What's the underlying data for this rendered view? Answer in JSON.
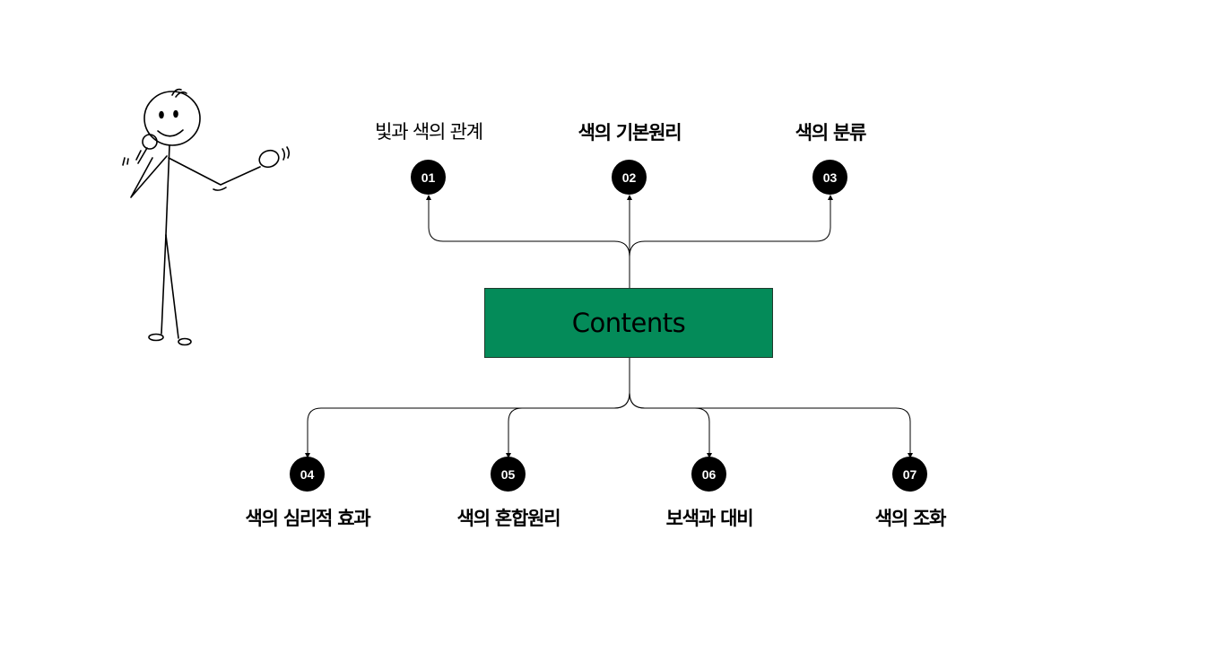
{
  "center": {
    "title": "Contents"
  },
  "colors": {
    "box": "#048b59",
    "circle": "#000000",
    "line": "#000000"
  },
  "topics": [
    {
      "num": "01",
      "label": "빛과 색의 관계"
    },
    {
      "num": "02",
      "label": "색의 기본원리"
    },
    {
      "num": "03",
      "label": "색의 분류"
    },
    {
      "num": "04",
      "label": "색의 심리적 효과"
    },
    {
      "num": "05",
      "label": "색의 혼합원리"
    },
    {
      "num": "06",
      "label": "보색과 대비"
    },
    {
      "num": "07",
      "label": "색의 조화"
    }
  ],
  "illustration": {
    "icon": "stick-figure-with-microphone-icon"
  }
}
